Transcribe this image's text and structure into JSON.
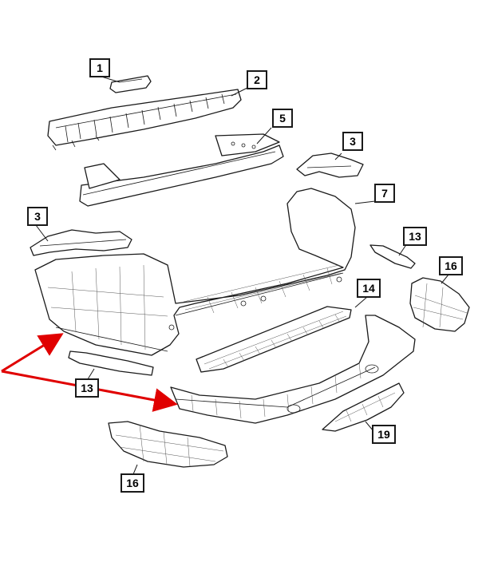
{
  "callouts": [
    {
      "id": "c1",
      "label": "1"
    },
    {
      "id": "c2",
      "label": "2"
    },
    {
      "id": "c5",
      "label": "5"
    },
    {
      "id": "c3a",
      "label": "3"
    },
    {
      "id": "c7",
      "label": "7"
    },
    {
      "id": "c3b",
      "label": "3"
    },
    {
      "id": "c13a",
      "label": "13"
    },
    {
      "id": "c16a",
      "label": "16"
    },
    {
      "id": "c14",
      "label": "14"
    },
    {
      "id": "c13b",
      "label": "13"
    },
    {
      "id": "c19",
      "label": "19"
    },
    {
      "id": "c16b",
      "label": "16"
    }
  ],
  "colors": {
    "line": "#1a1a1a",
    "arrow": "#e00000",
    "background": "#ffffff"
  }
}
